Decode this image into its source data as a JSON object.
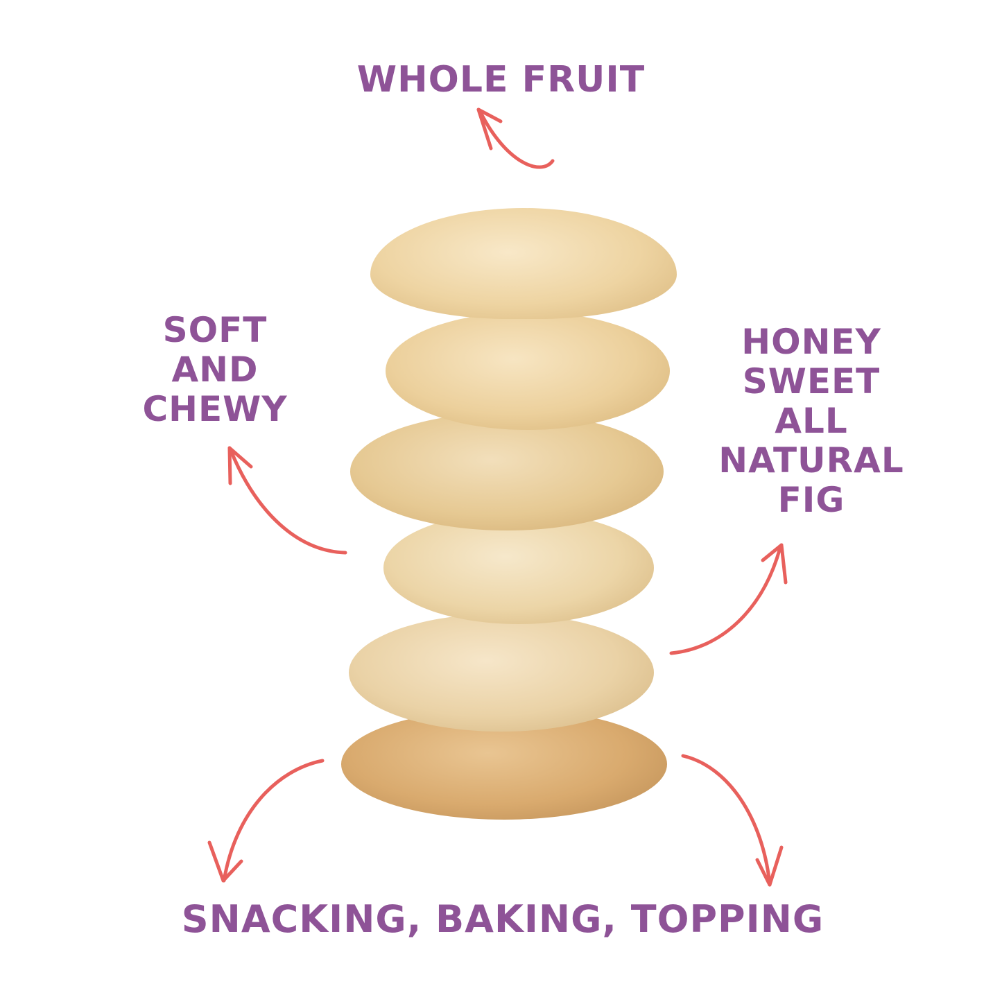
{
  "labels": {
    "whole_fruit": "WHOLE FRUIT",
    "soft_chewy": [
      "SOFT",
      "AND",
      "CHEWY"
    ],
    "honey_sweet": [
      "HONEY",
      "SWEET",
      "ALL",
      "NATURAL",
      "FIG"
    ],
    "uses": "SNACKING, BAKING, TOPPING"
  },
  "colors": {
    "text_purple": "#8e5397",
    "arrow_coral": "#e8605c",
    "background": "#ffffff"
  },
  "image": {
    "subject": "stack of six dried figs",
    "fig_count": 6
  }
}
